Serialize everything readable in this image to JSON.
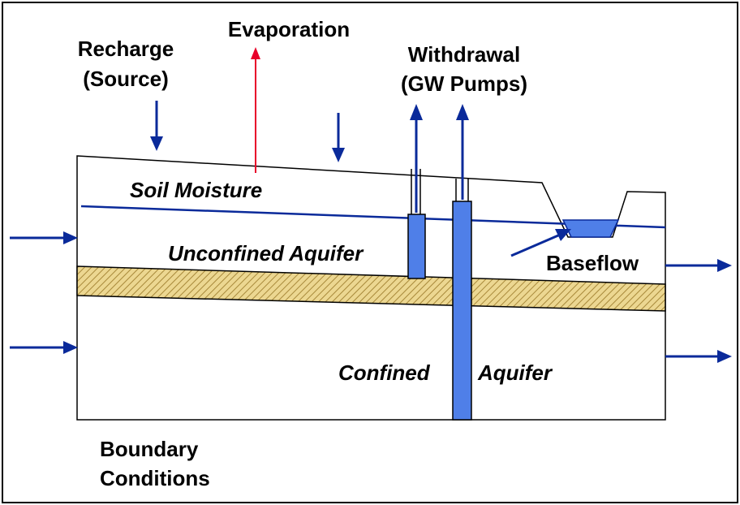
{
  "labels": {
    "evaporation": "Evaporation",
    "recharge_line1": "Recharge",
    "recharge_line2": "(Source)",
    "withdrawal_line1": "Withdrawal",
    "withdrawal_line2": "(GW Pumps)",
    "soil_moisture": "Soil Moisture",
    "unconfined_aquifer": "Unconfined Aquifer",
    "baseflow": "Baseflow",
    "confined_word": "Confined",
    "aquifer_word": "Aquifer",
    "boundary_line1": "Boundary",
    "boundary_line2": "Conditions"
  },
  "colors": {
    "flow_arrow": "#0a2a9a",
    "evaporation_arrow": "#e8002a",
    "water_table": "#0a2a9a",
    "well_fill": "#4f7fe8",
    "confining_layer": "#e8d28a",
    "outline": "#000000"
  }
}
